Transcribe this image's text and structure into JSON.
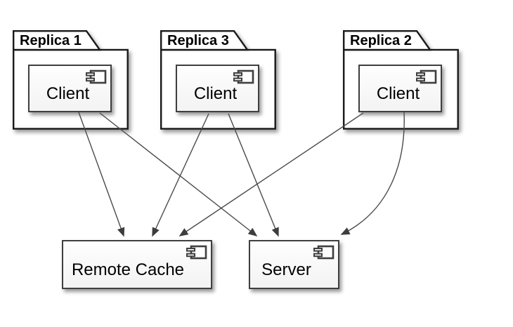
{
  "diagram": {
    "type": "uml-component-diagram",
    "packages": [
      {
        "title": "Replica 1",
        "component": {
          "label": "Client"
        }
      },
      {
        "title": "Replica 3",
        "component": {
          "label": "Client"
        }
      },
      {
        "title": "Replica 2",
        "component": {
          "label": "Client"
        }
      }
    ],
    "nodes": [
      {
        "label": "Remote Cache"
      },
      {
        "label": "Server"
      }
    ],
    "edges": [
      {
        "from": "Replica 1 / Client",
        "to": "Remote Cache",
        "style": "arrow"
      },
      {
        "from": "Replica 1 / Client",
        "to": "Server",
        "style": "arrow"
      },
      {
        "from": "Replica 3 / Client",
        "to": "Remote Cache",
        "style": "arrow"
      },
      {
        "from": "Replica 3 / Client",
        "to": "Server",
        "style": "arrow"
      },
      {
        "from": "Replica 2 / Client",
        "to": "Remote Cache",
        "style": "arrow"
      },
      {
        "from": "Replica 2 / Client",
        "to": "Server",
        "style": "arrow-curved"
      }
    ],
    "colors": {
      "background": "#ffffff",
      "package_border": "#1a1a1a",
      "component_border": "#3f3f3f",
      "component_fill": "#fefefe",
      "edge": "#4a4a4a",
      "text": "#000000"
    }
  }
}
